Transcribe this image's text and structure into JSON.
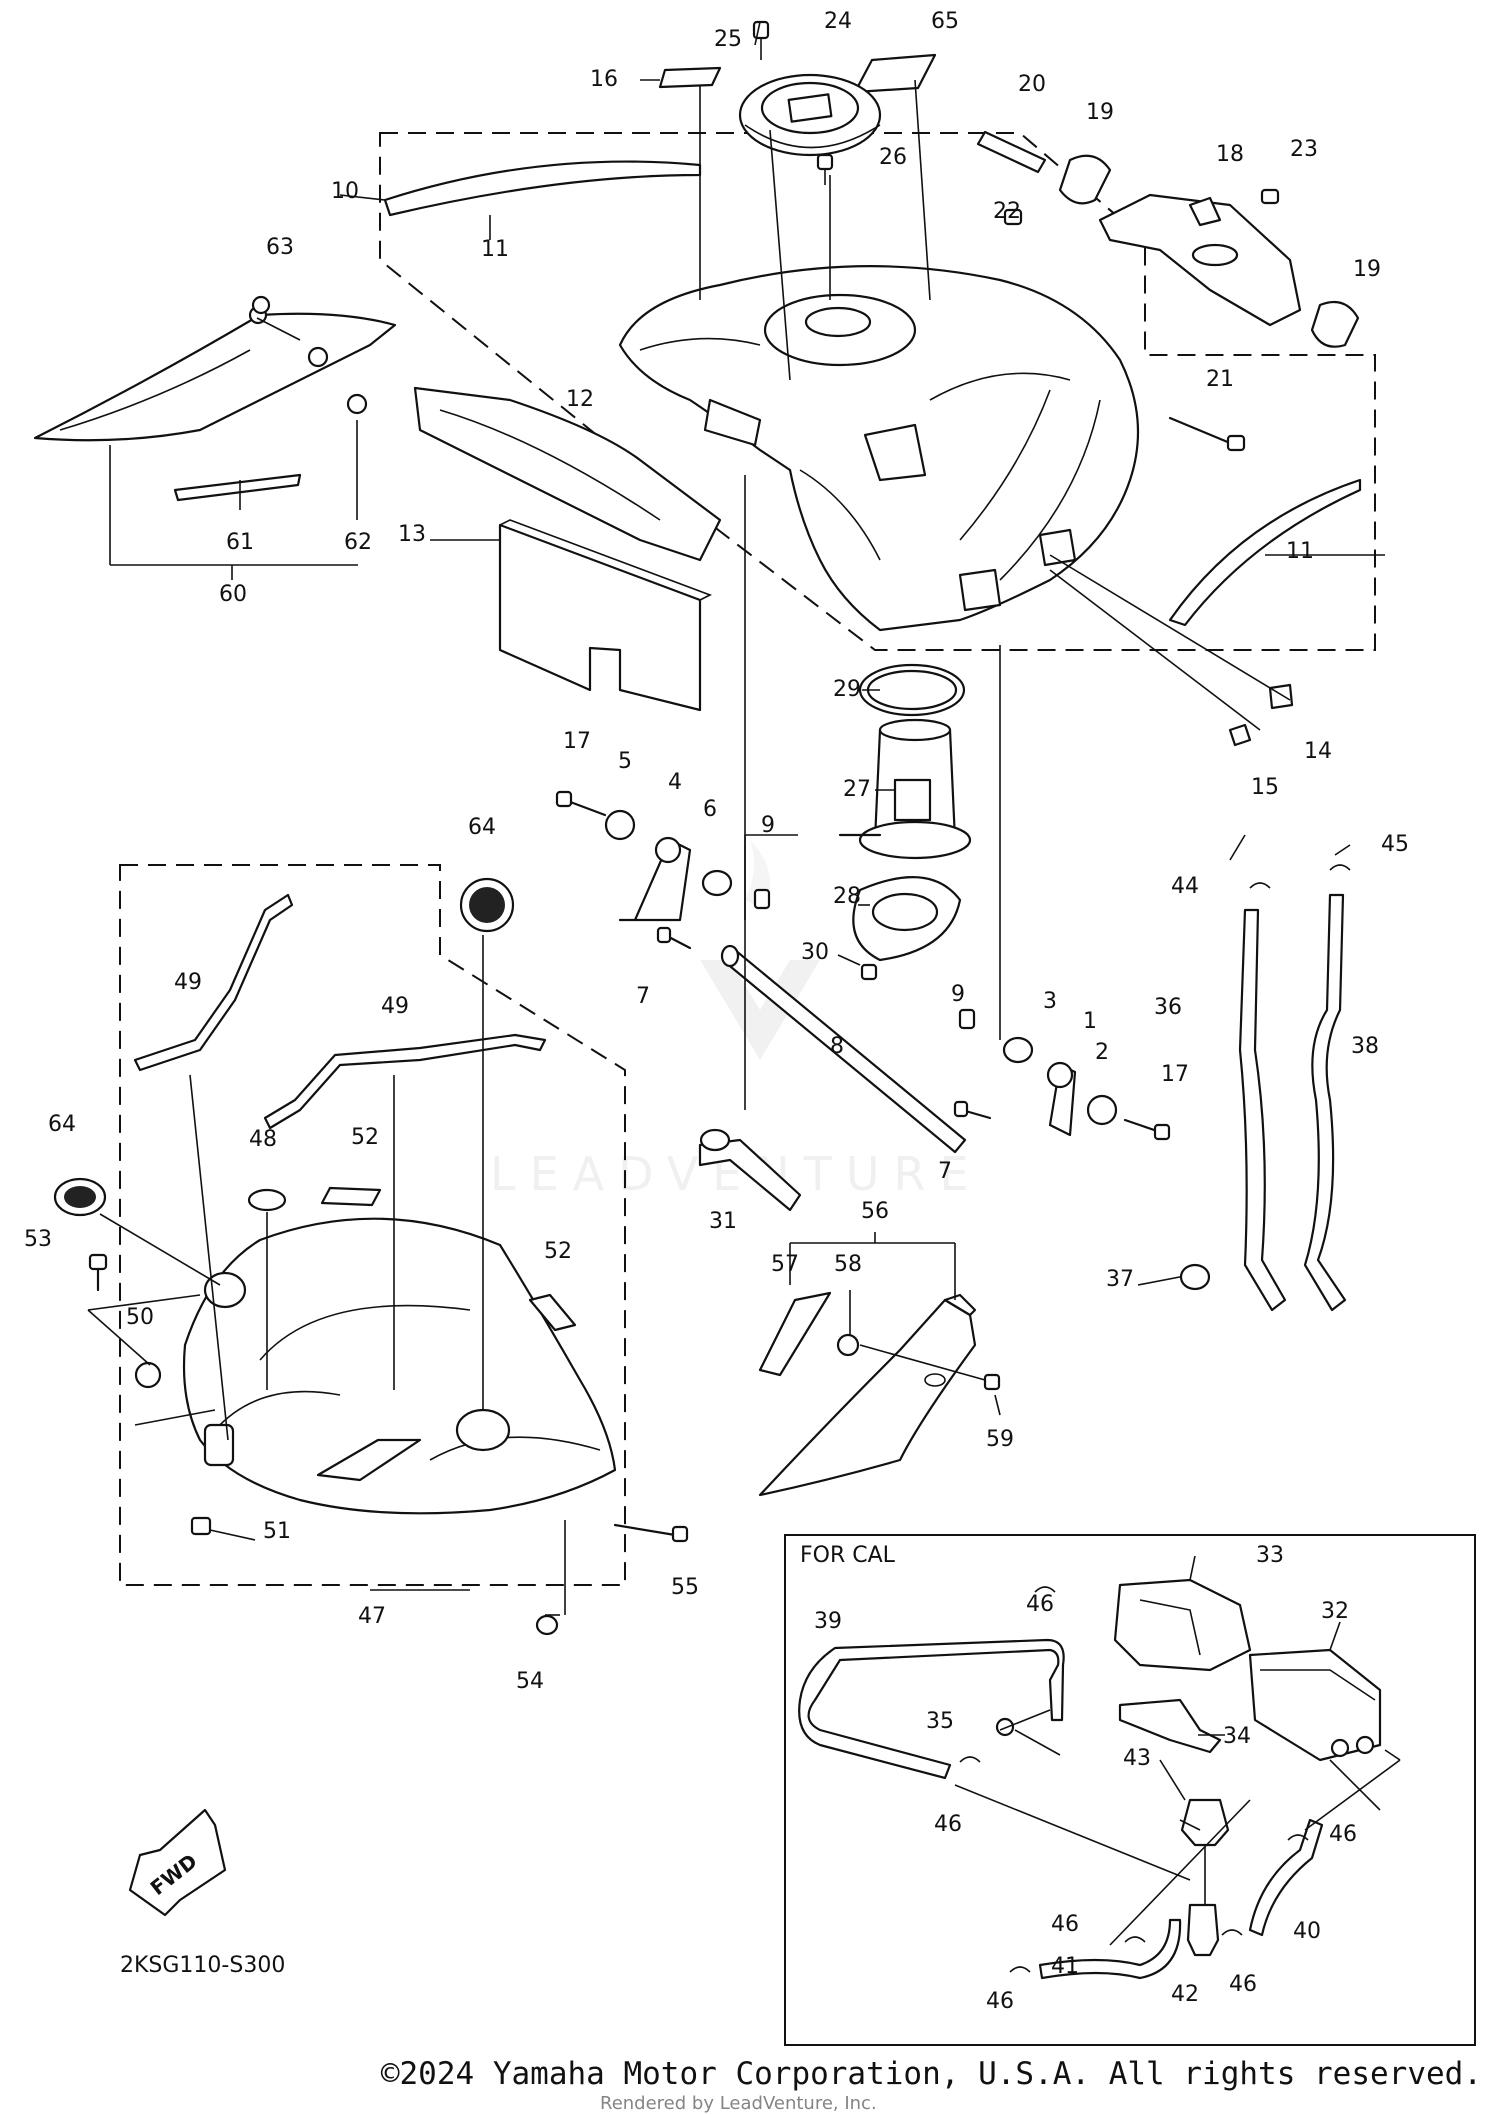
{
  "diagram_code": "2KSG110-S300",
  "cal_box_title": "FOR CAL",
  "fwd_label": "FWD",
  "watermark_brand": "LEADVENTURE",
  "copyright": "©2024 Yamaha Motor Corporation, U.S.A. All rights reserved.",
  "rendered_by": "Rendered by LeadVenture, Inc.",
  "callouts": [
    "1",
    "2",
    "3",
    "4",
    "5",
    "6",
    "7",
    "8",
    "9",
    "10",
    "11",
    "12",
    "13",
    "14",
    "15",
    "16",
    "17",
    "18",
    "19",
    "20",
    "21",
    "22",
    "23",
    "24",
    "25",
    "26",
    "27",
    "28",
    "29",
    "30",
    "31",
    "32",
    "33",
    "34",
    "35",
    "36",
    "37",
    "38",
    "39",
    "40",
    "41",
    "42",
    "43",
    "44",
    "45",
    "46",
    "47",
    "48",
    "49",
    "50",
    "51",
    "52",
    "53",
    "54",
    "55",
    "56",
    "57",
    "58",
    "59",
    "60",
    "61",
    "62",
    "63",
    "64",
    "65"
  ]
}
